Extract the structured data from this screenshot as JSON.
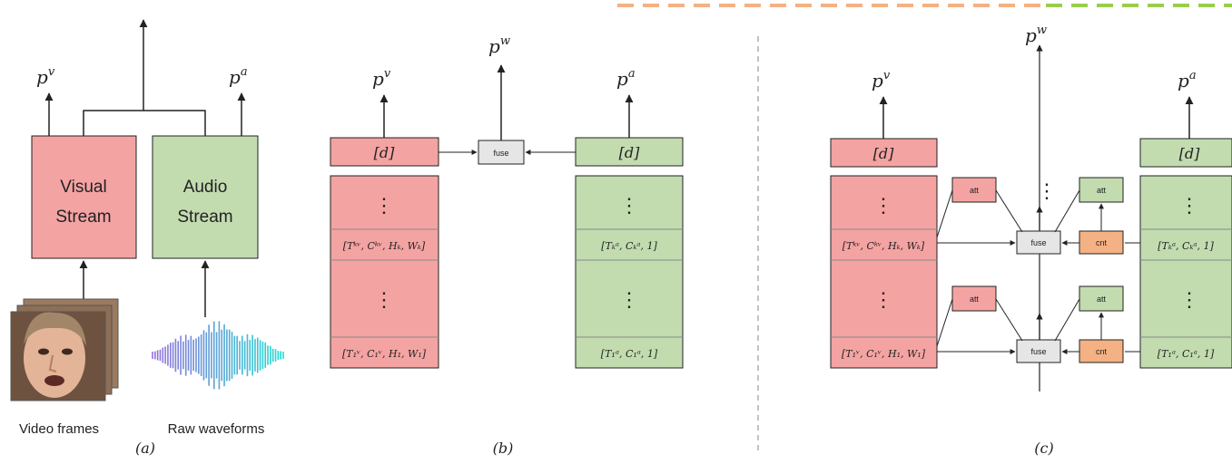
{
  "colors": {
    "visual": "#f4a3a3",
    "audio": "#c2dcb0",
    "fuse": "#e6e6e6",
    "cnt": "#f4b183",
    "orange_dash": "#f4b183",
    "green_dash": "#9acd4e",
    "line": "#222222"
  },
  "panel_a": {
    "caption": "(a)",
    "visual_stream": [
      "Visual",
      "Stream"
    ],
    "audio_stream": [
      "Audio",
      "Stream"
    ],
    "pv": "p",
    "pv_sup": "v",
    "pa": "p",
    "pa_sup": "a",
    "video_label": "Video frames",
    "audio_label": "Raw waveforms"
  },
  "panel_b": {
    "caption": "(b)",
    "pv": "p",
    "pv_sup": "v",
    "pw": "p",
    "pw_sup": "w",
    "pa": "p",
    "pa_sup": "a",
    "d_left": "[d]",
    "d_right": "[d]",
    "fuse": "fuse",
    "dots": "⋮",
    "v_shape_k": "[Tᵏᵛ, Cᵏᵛ, Hₖ, Wₖ]",
    "v_shape_1": "[T₁ᵛ, C₁ᵛ, H₁, W₁]",
    "a_shape_k": "[Tₖᵃ, Cₖᵃ, 1]",
    "a_shape_1": "[T₁ᵃ, C₁ᵃ, 1]"
  },
  "panel_c": {
    "caption": "(c)",
    "pv": "p",
    "pv_sup": "v",
    "pw": "p",
    "pw_sup": "w",
    "pa": "p",
    "pa_sup": "a",
    "d_left": "[d]",
    "d_right": "[d]",
    "att": "att",
    "cnt": "cnt",
    "fuse": "fuse",
    "dots": "⋮",
    "v_shape_k": "[Tᵏᵛ, Cᵏᵛ, Hₖ, Wₖ]",
    "v_shape_1": "[T₁ᵛ, C₁ᵛ, H₁, W₁]",
    "a_shape_k": "[Tₖᵃ, Cₖᵃ, 1]",
    "a_shape_1": "[T₁ᵃ, C₁ᵃ, 1]"
  }
}
